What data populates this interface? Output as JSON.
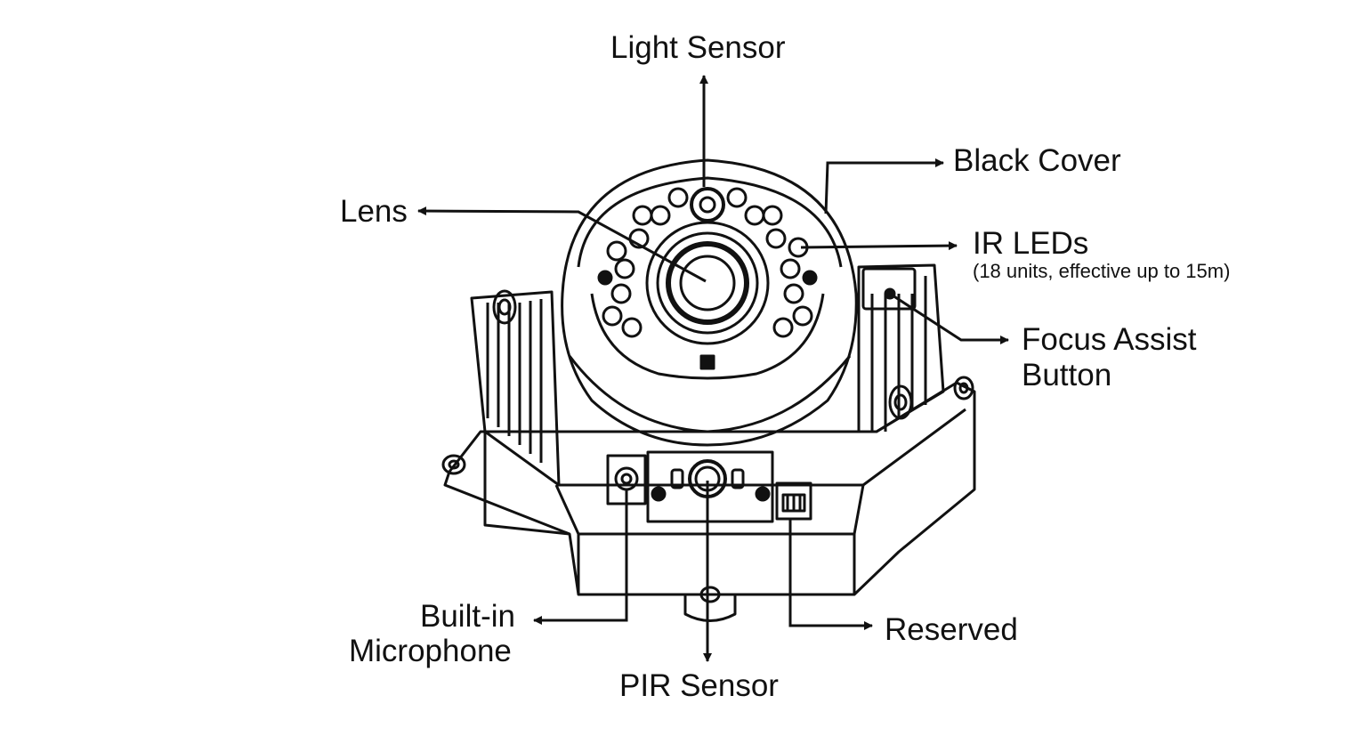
{
  "labels": {
    "light_sensor": "Light Sensor",
    "black_cover": "Black Cover",
    "lens": "Lens",
    "ir_leds": "IR LEDs",
    "ir_leds_note": "(18 units, effective up to 15m)",
    "focus_assist_line1": "Focus Assist",
    "focus_assist_line2": "Button",
    "builtin_mic_line1": "Built-in",
    "builtin_mic_line2": "Microphone",
    "pir_sensor": "PIR Sensor",
    "reserved": "Reserved"
  },
  "colors": {
    "line": "#111111",
    "background": "#ffffff"
  }
}
